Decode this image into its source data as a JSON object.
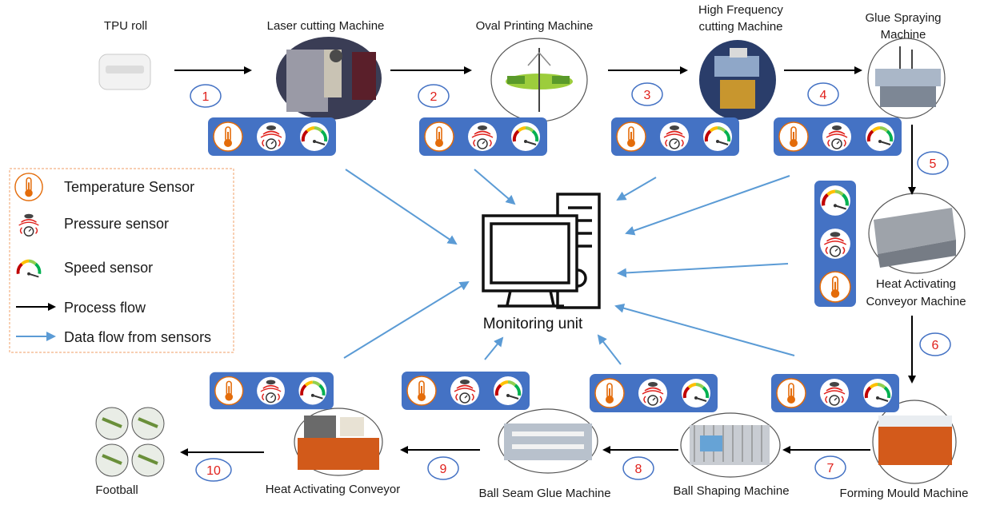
{
  "machines": {
    "tpu_roll": "TPU roll",
    "laser_cutting": "Laser cutting Machine",
    "oval_printing": "Oval Printing Machine",
    "hf_cutting_line1": "High Frequency",
    "hf_cutting_line2": "cutting Machine",
    "glue_spraying_line1": "Glue Spraying",
    "glue_spraying_line2": "Machine",
    "heat_activating_line1": "Heat Activating",
    "heat_activating_line2": "Conveyor Machine",
    "forming_mould": "Forming Mould Machine",
    "ball_shaping": "Ball Shaping Machine",
    "ball_seam_glue": "Ball Seam Glue Machine",
    "heat_activating_conveyor": "Heat Activating Conveyor",
    "football": "Football"
  },
  "steps": [
    "1",
    "2",
    "3",
    "4",
    "5",
    "6",
    "7",
    "8",
    "9",
    "10"
  ],
  "monitor": {
    "label": "Monitoring unit"
  },
  "legend": {
    "temperature": "Temperature Sensor",
    "pressure": "Pressure sensor",
    "speed": "Speed sensor",
    "process": "Process flow",
    "data": "Data flow from sensors"
  },
  "colors": {
    "process_arrow": "#000000",
    "data_arrow": "#5b9bd5",
    "sensor_panel": "#4472c4",
    "step_number": "#e0201b",
    "legend_border": "#f4b183",
    "temperature_icon": "#e46c0a"
  }
}
